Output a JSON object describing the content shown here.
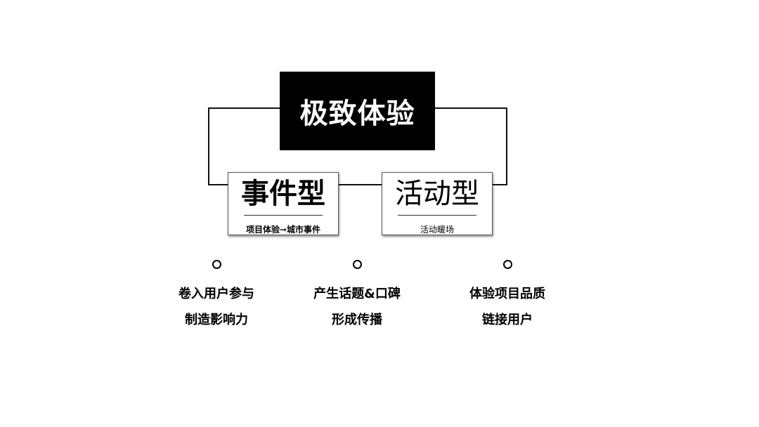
{
  "top": {
    "title": "极致体验"
  },
  "cards": [
    {
      "title": "事件型",
      "subtitle": "项目体验➞城市事件"
    },
    {
      "title": "活动型",
      "subtitle": "活动暖场"
    }
  ],
  "points": [
    {
      "line1": "卷入用户参与",
      "line2": "制造影响力"
    },
    {
      "line1": "产生话题&口碑",
      "line2": "形成传播"
    },
    {
      "line1": "体验项目品质",
      "line2": "链接用户"
    }
  ],
  "colors": {
    "box_fill": "#000000",
    "box_text": "#ffffff",
    "line": "#111111"
  }
}
